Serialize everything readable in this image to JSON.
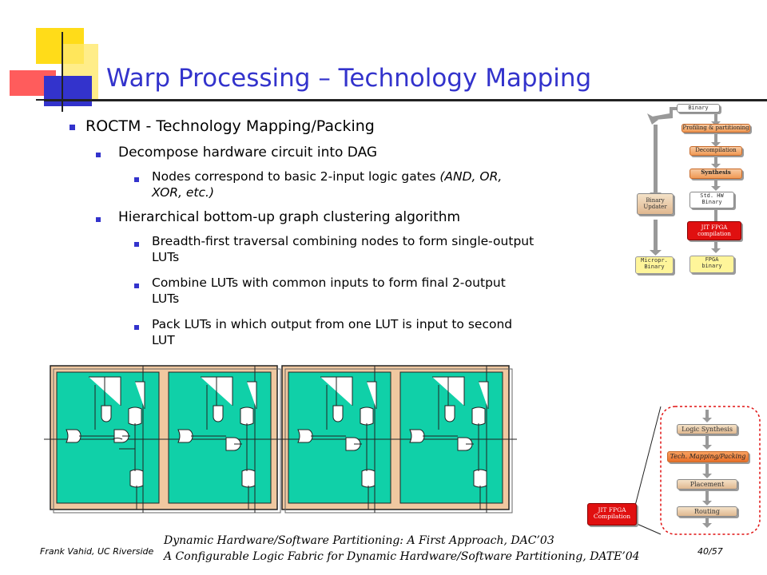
{
  "slide": {
    "title": "Warp Processing – Technology Mapping",
    "bullets": [
      {
        "level": 1,
        "text": "ROCTM - Technology Mapping/Packing"
      },
      {
        "level": 2,
        "text": "Decompose hardware circuit into DAG"
      },
      {
        "level": 3,
        "text": "Nodes correspond to basic 2-input logic gates ",
        "italic": "(AND, OR,",
        "line2": "XOR, etc.)"
      },
      {
        "level": 2,
        "text": "Hierarchical bottom-up graph clustering algorithm"
      },
      {
        "level": 3,
        "text": "Breadth-first traversal combining nodes to form single-output",
        "line2": "LUTs"
      },
      {
        "level": 3,
        "text": "Combine LUTs with common inputs to form final 2-output",
        "line2": "LUTs"
      },
      {
        "level": 3,
        "text": "Pack LUTs in which output from one LUT is input to second",
        "line2": "LUT"
      }
    ]
  },
  "flow": {
    "binary": "Binary",
    "profiling": "Profiling & partitioning",
    "decompilation": "Decompilation",
    "synthesis": "Synthesis",
    "std_hw_binary_1": "Std. HW",
    "std_hw_binary_2": "Binary",
    "jit_fpga_1": "JIT FPGA",
    "jit_fpga_2": "compilation",
    "fpga_binary_1": "FPGA",
    "fpga_binary_2": "binary",
    "binary_updater_1": "Binary",
    "binary_updater_2": "Updater",
    "micropr_binary_1": "Micropr.",
    "micropr_binary_2": "Binary"
  },
  "jit_detail": {
    "logic_synthesis": "Logic Synthesis",
    "tech_mapping": "Tech. Mapping/Packing",
    "placement": "Placement",
    "routing": "Routing",
    "jit_label_1": "JIT FPGA",
    "jit_label_2": "Compilation"
  },
  "footer": {
    "author": "Frank Vahid, UC Riverside",
    "ref1": "Dynamic Hardware/Software Partitioning: A First Approach, DAC’03",
    "ref2": "A Configurable Logic Fabric for Dynamic Hardware/Software Partitioning, DATE’04",
    "page": "40/57"
  },
  "colors": {
    "title": "#3333cc",
    "bullet": "#3333cc",
    "fabric_fill": "#10d0a8",
    "fabric_border": "#f0c8a0",
    "jit_red": "#e01010"
  }
}
